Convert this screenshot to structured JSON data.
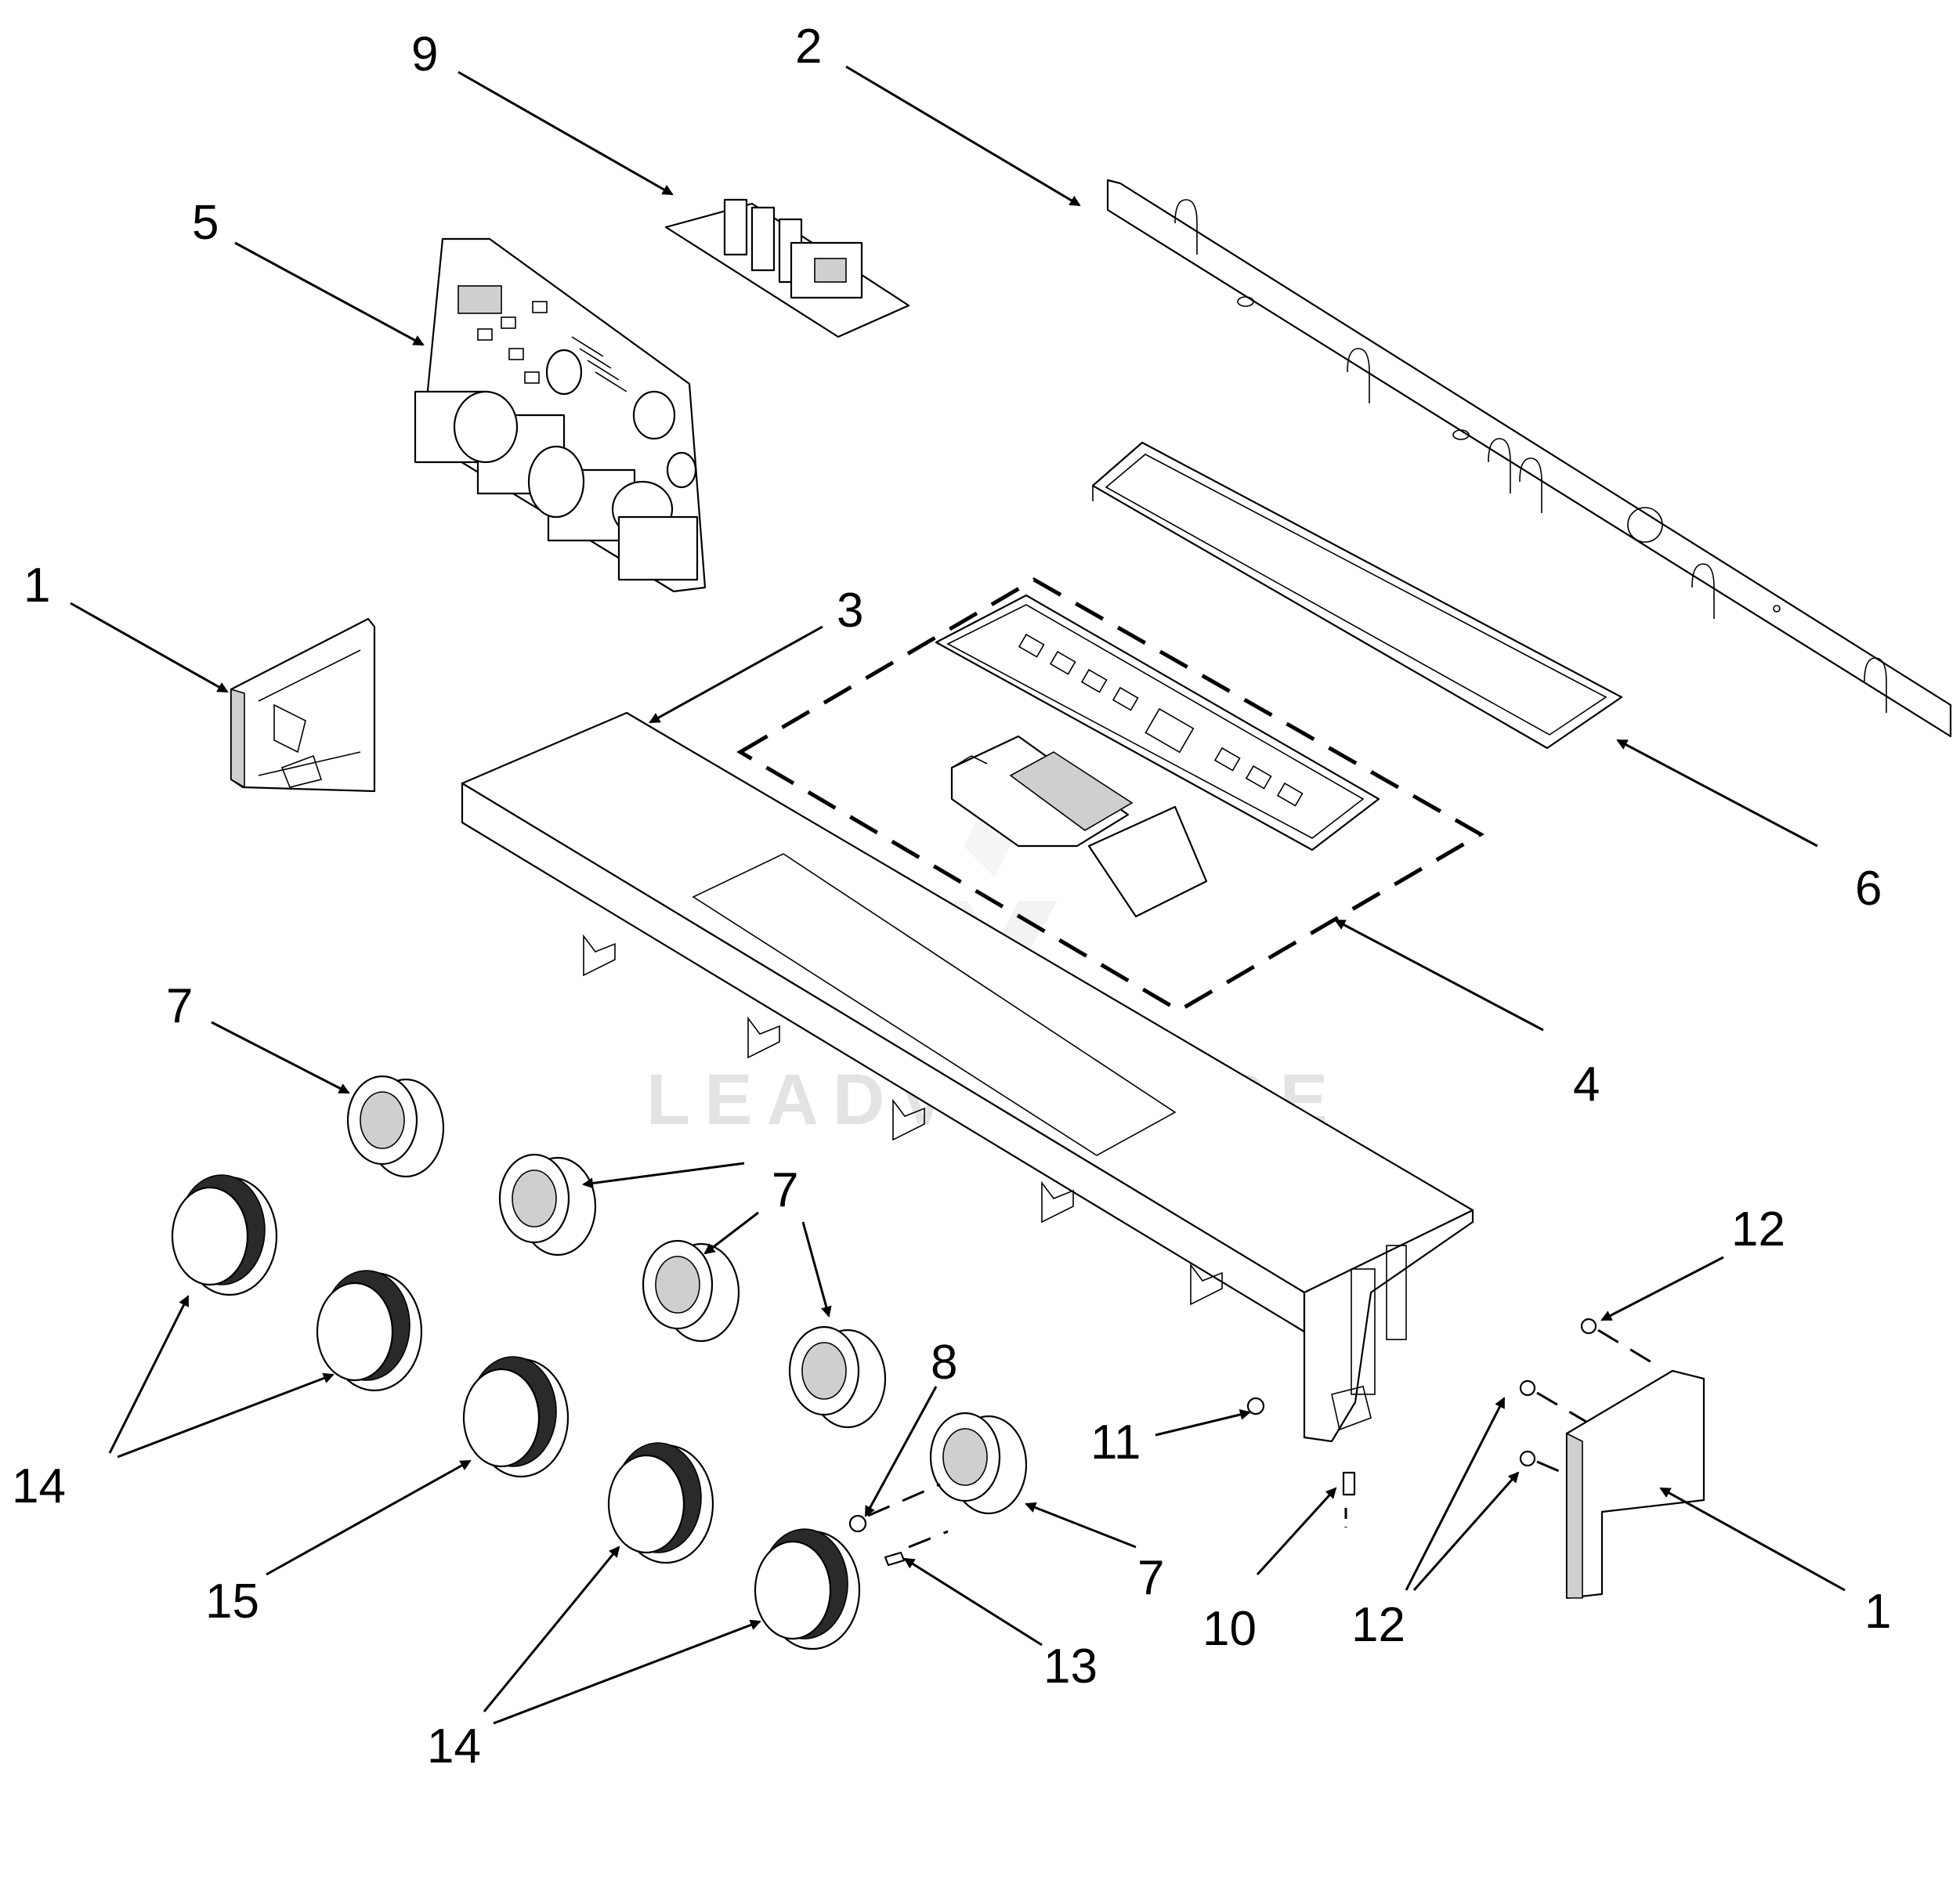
{
  "watermark": {
    "text": "LEADVENTURE"
  },
  "callouts": [
    {
      "text": "1"
    },
    {
      "text": "1"
    },
    {
      "text": "2"
    },
    {
      "text": "3"
    },
    {
      "text": "4"
    },
    {
      "text": "5"
    },
    {
      "text": "6"
    },
    {
      "text": "7"
    },
    {
      "text": "7"
    },
    {
      "text": "7"
    },
    {
      "text": "8"
    },
    {
      "text": "9"
    },
    {
      "text": "10"
    },
    {
      "text": "11"
    },
    {
      "text": "12"
    },
    {
      "text": "12"
    },
    {
      "text": "13"
    },
    {
      "text": "14"
    },
    {
      "text": "14"
    },
    {
      "text": "15"
    }
  ]
}
